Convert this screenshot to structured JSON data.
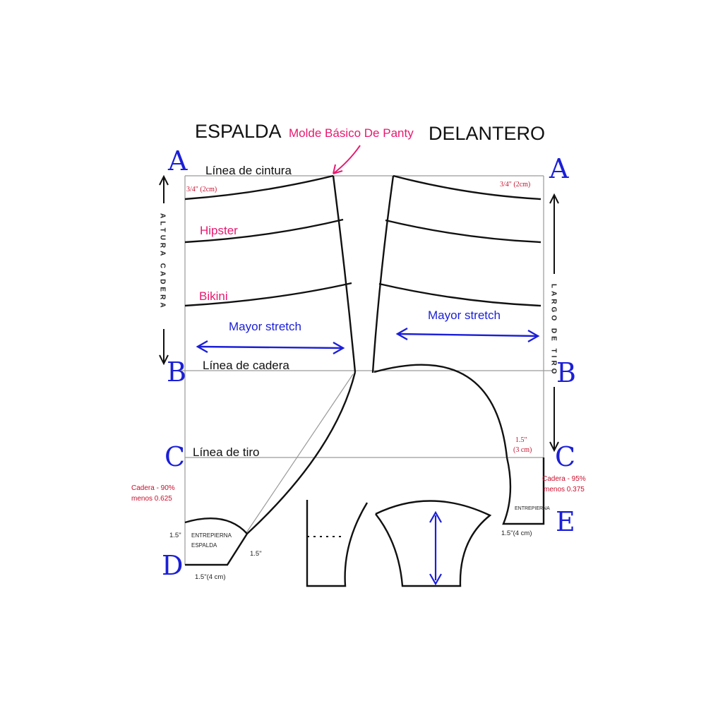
{
  "headings": {
    "back": "ESPALDA",
    "front": "DELANTERO",
    "title": "Molde Básico De Panty"
  },
  "points": {
    "a": "A",
    "b": "B",
    "c": "C",
    "d": "D",
    "e": "E"
  },
  "lines": {
    "waist": "Línea de cintura",
    "hip": "Línea de cadera",
    "rise": "Línea de tiro"
  },
  "styles": {
    "hipster": "Hipster",
    "bikini": "Bikini"
  },
  "stretch": {
    "back": "Mayor stretch",
    "front": "Mayor stretch"
  },
  "vertical_labels": {
    "hip_height": "ALTURA CADERA",
    "rise_length": "LARGO DE TIRO"
  },
  "measurements": {
    "back_waist_drop": "3/4\" (2cm)",
    "front_waist_drop": "3/4\" (2cm)",
    "front_crotch_offset_1": "1.5\"",
    "front_crotch_offset_2": "(3 cm)",
    "back_crotch_side": "1.5\"",
    "back_crotch_corner": "1.5\"",
    "back_crotch_width": "1.5\"(4 cm)",
    "front_crotch_width": "1.5\"(4 cm)"
  },
  "notes": {
    "back_hip_1": "Cadera - 90%",
    "back_hip_2": "menos 0.625",
    "front_hip_1": "Cadera - 95%",
    "front_hip_2": "menos 0.375"
  },
  "crotch_labels": {
    "back_1": "ENTREPIERNA",
    "back_2": "ESPALDA",
    "front": "ENTREPIERNA"
  },
  "colors": {
    "ink": "#111111",
    "accent_pink": "#e8186e",
    "accent_blue": "#1b1fd8",
    "guide_grey": "#9a9a9a",
    "note_red": "#c8102e"
  }
}
